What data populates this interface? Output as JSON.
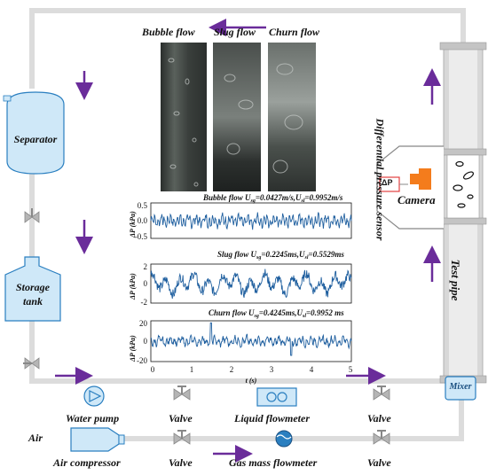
{
  "flow_photos": {
    "labels": [
      "Bubble flow",
      "Slug flow",
      "Churn flow"
    ]
  },
  "components": {
    "separator": "Separator",
    "storage_tank": "Storage\ntank",
    "water_pump": "Water pump",
    "air_compressor": "Air compressor",
    "air_in": "Air",
    "valve": "Valve",
    "liquid_flowmeter": "Liquid flowmeter",
    "gas_mass_flowmeter": "Gas mass flowmeter",
    "mixer": "Mixer",
    "test_pipe": "Test pipe",
    "camera": "Camera",
    "dp_sensor": "Differential pressure sensor",
    "dp_symbol": "ΔP"
  },
  "colors": {
    "pipe": "#dcdcdc",
    "vessel_fill": "#cfe8f8",
    "vessel_stroke": "#2a7fc0",
    "arrow": "#6a2c9a",
    "signal": "#1f5f9f",
    "camera_body": "#f47c1c",
    "dp_box": "#e34040"
  },
  "chart_data": [
    {
      "type": "line",
      "title": "Bubble flow U_sg=0.0427m/s,U_sl=0.9952m/s",
      "title_parts": {
        "prefix": "Bubble flow U",
        "sub1": "sg",
        "mid": "=0.0427m/s,U",
        "sub2": "sl",
        "suffix": "=0.9952m/s"
      },
      "xlabel": "",
      "ylabel": "ΔP (kPa)",
      "xlim": [
        0,
        5
      ],
      "ylim": [
        -0.5,
        0.5
      ],
      "yticks": [
        "0.5",
        "0.0",
        "-0.5"
      ],
      "series": [
        {
          "amplitude": 0.18,
          "mean_period": 0.08
        }
      ]
    },
    {
      "type": "line",
      "title": "Slug flow U_sg=0.2245ms,U_sl=0.5529ms",
      "title_parts": {
        "prefix": "Slug flow U",
        "sub1": "sg",
        "mid": "=0.2245ms,U",
        "sub2": "sl",
        "suffix": "=0.5529ms"
      },
      "xlabel": "",
      "ylabel": "ΔP (kPa)",
      "xlim": [
        0,
        5
      ],
      "ylim": [
        -2,
        2
      ],
      "yticks": [
        "2",
        "0",
        "-2"
      ],
      "series": [
        {
          "amplitude": 1.1,
          "mean_period": 0.35
        }
      ]
    },
    {
      "type": "line",
      "title": "Churn flow U_sg=0.4245ms,U_sl=0.9952 ms",
      "title_parts": {
        "prefix": "Churn flow U",
        "sub1": "sg",
        "mid": "=0.4245ms,U",
        "sub2": "sl",
        "suffix": "=0.9952 ms"
      },
      "xlabel": "t (s)",
      "ylabel": "ΔP (kPa)",
      "xlim": [
        0,
        5
      ],
      "ylim": [
        -20,
        20
      ],
      "yticks": [
        "20",
        "0",
        "-20"
      ],
      "xticks": [
        "0",
        "1",
        "2",
        "3",
        "4",
        "5"
      ],
      "series": [
        {
          "amplitude": 5,
          "mean_period": 0.1
        }
      ]
    }
  ]
}
